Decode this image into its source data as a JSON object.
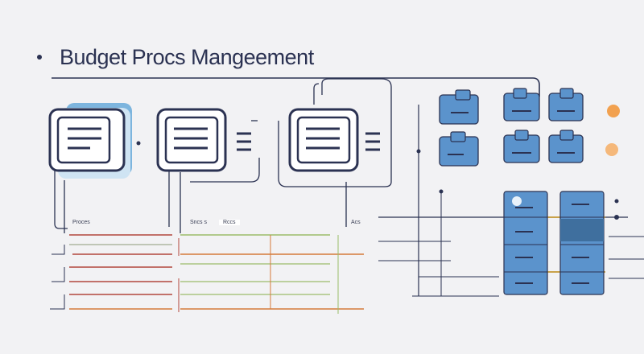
{
  "title": "Budget Procs Mangeement",
  "labels": {
    "col1": "Proces",
    "col2a": "Sncs s",
    "col2b": "Rccs",
    "col3": "Acs"
  },
  "colors": {
    "navy": "#2b3252",
    "doc_blue": "#6aa8d8",
    "line_red": "#b2463d",
    "line_green": "#9bbd6a",
    "line_orange": "#d57b3a",
    "dot_orange": "#f2a14f",
    "tile_blue": "#5b93cc"
  },
  "icons": [
    "document-icon",
    "folder-icon",
    "list-icon",
    "server-icon"
  ]
}
